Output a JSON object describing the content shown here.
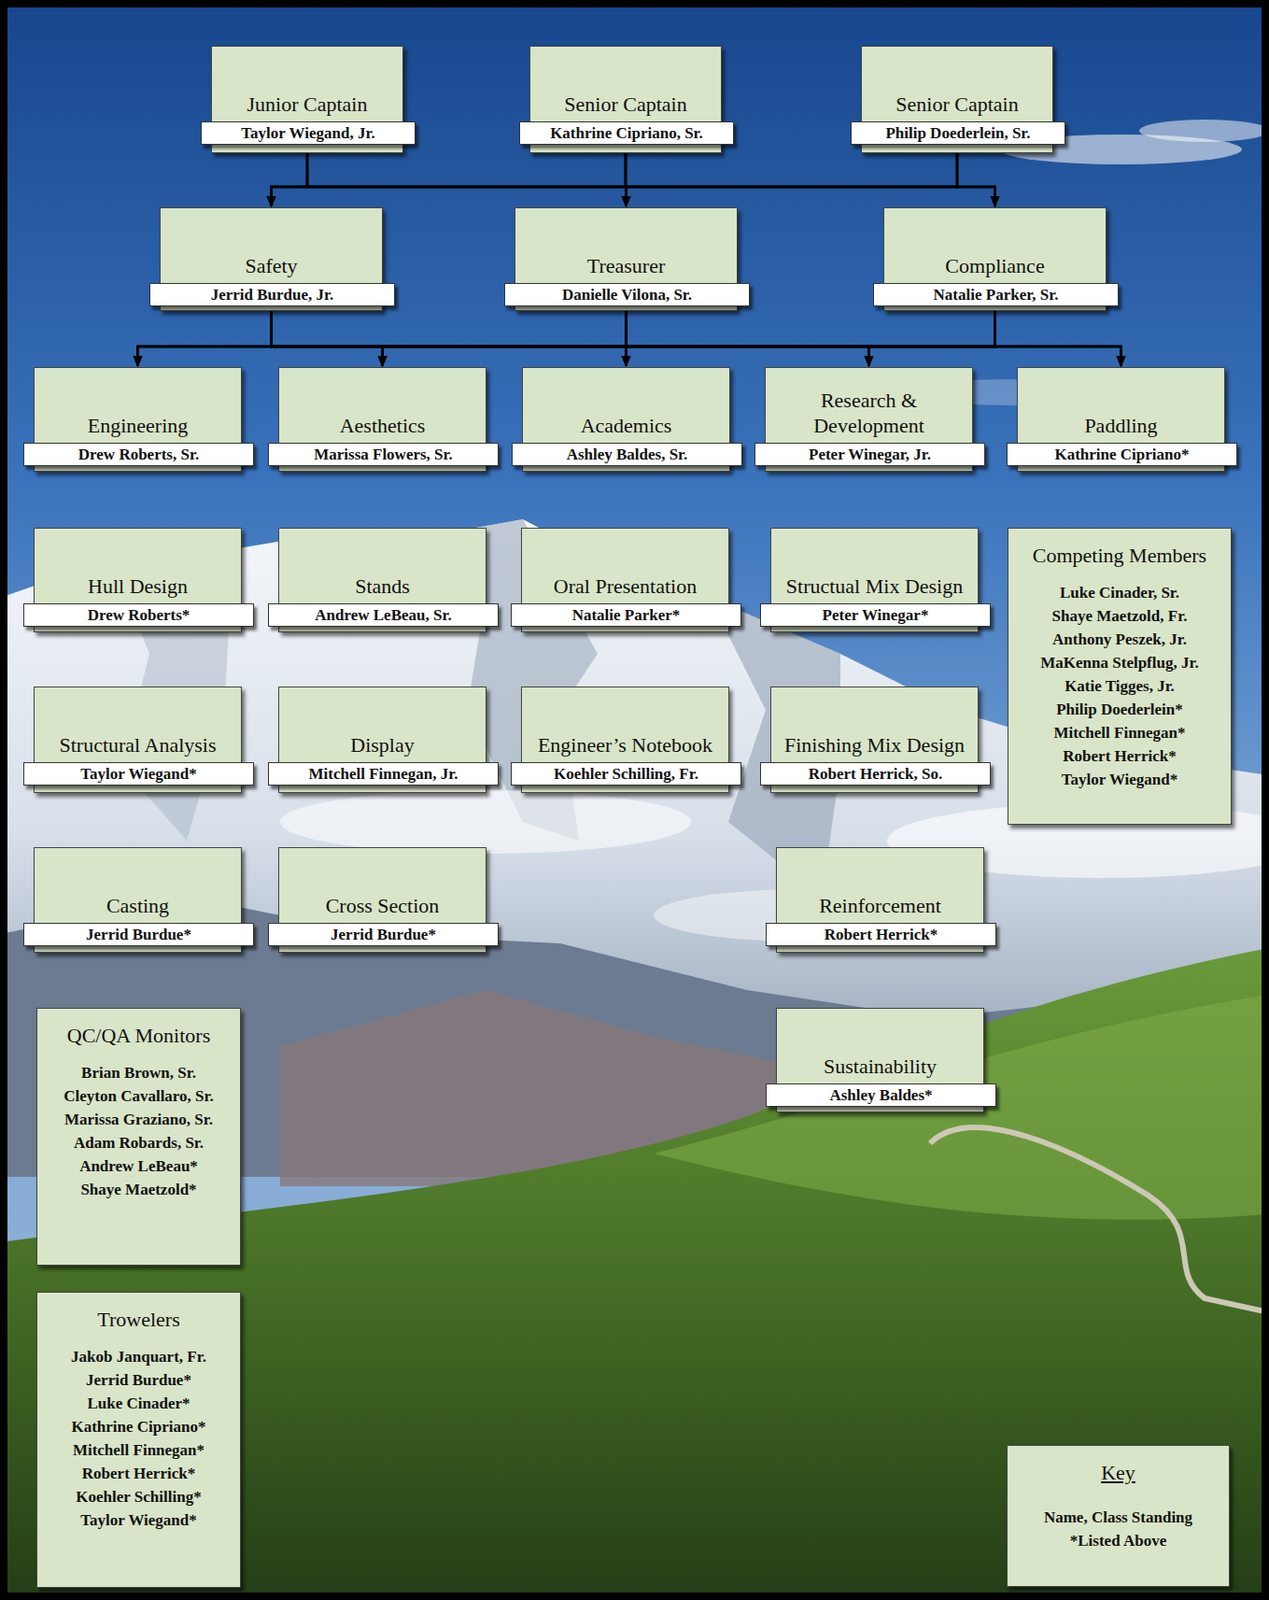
{
  "diagram": {
    "nodes": [
      {
        "text": [
          "Junior Captain",
          "Taylor Wiegand, Jr."
        ]
      },
      {
        "text": [
          "Senior Captain",
          "Kathrine Cipriano, Sr."
        ]
      },
      {
        "text": [
          "Senior Captain",
          "Philip Doederlein, Sr."
        ]
      },
      {
        "text": [
          "Safety",
          "Jerrid Burdue, Jr."
        ]
      },
      {
        "text": [
          "Treasurer",
          "Danielle Vilona, Sr."
        ]
      },
      {
        "text": [
          "Compliance",
          "Natalie Parker, Sr."
        ]
      },
      {
        "text": [
          "Engineering",
          "Drew Roberts, Sr."
        ]
      },
      {
        "text": [
          "Aesthetics",
          "Marissa Flowers, Sr."
        ]
      },
      {
        "text": [
          "Academics",
          "Ashley Baldes, Sr."
        ]
      },
      {
        "text": [
          "Research & Development",
          "Peter Winegar, Jr."
        ]
      },
      {
        "text": [
          "Paddling",
          "Kathrine Cipriano*"
        ]
      },
      {
        "text": [
          "Hull Design",
          "Drew Roberts*"
        ]
      },
      {
        "text": [
          "Stands",
          "Andrew LeBeau, Sr."
        ]
      },
      {
        "text": [
          "Oral Presentation",
          "Natalie Parker*"
        ]
      },
      {
        "text": [
          "Structual Mix Design",
          "Peter Winegar*"
        ]
      },
      {
        "text": [
          "Competing Members",
          "Luke Cinader, Sr.",
          "Shaye Maetzold, Fr.",
          "Anthony Peszek, Jr.",
          "MaKenna Stelpflug, Jr.",
          "Katie Tigges, Jr.",
          "Philip Doederlein*",
          "Mitchell Finnegan*",
          "Robert Herrick*",
          "Taylor Wiegand*"
        ]
      },
      {
        "text": [
          "Structural Analysis",
          "Taylor Wiegand*"
        ]
      },
      {
        "text": [
          "Display",
          "Mitchell Finnegan, Jr."
        ]
      },
      {
        "text": [
          "Engineer’s Notebook",
          "Koehler Schilling, Fr."
        ]
      },
      {
        "text": [
          "Finishing Mix Design",
          "Robert Herrick, So."
        ]
      },
      {
        "text": [
          "Casting",
          "Jerrid Burdue*"
        ]
      },
      {
        "text": [
          "Cross Section",
          "Jerrid Burdue*"
        ]
      },
      {
        "text": [
          "Reinforcement",
          "Robert Herrick*"
        ]
      },
      {
        "text": [
          "QC/QA Monitors",
          "Brian Brown, Sr.",
          "Cleyton Cavallaro, Sr.",
          "Marissa Graziano, Sr.",
          "Adam Robards, Sr.",
          "Andrew LeBeau*",
          "Shaye Maetzold*"
        ]
      },
      {
        "text": [
          "Sustainability",
          "Ashley Baldes*"
        ]
      },
      {
        "text": [
          "Trowelers",
          "Jakob Janquart, Fr.",
          "Jerrid Burdue*",
          "Luke Cinader*",
          "Kathrine Cipriano*",
          "Mitchell Finnegan*",
          "Robert Herrick*",
          "Koehler Schilling*",
          "Taylor Wiegand*"
        ]
      },
      {
        "text": [
          "Key",
          "Name, Class Standing",
          "*Listed Above"
        ]
      }
    ],
    "edges": [
      {
        "from": 0,
        "to": 3,
        "arrow": "to"
      },
      {
        "from": 0,
        "to": 4,
        "arrow": "to"
      },
      {
        "from": 0,
        "to": 5,
        "arrow": "to"
      },
      {
        "from": 1,
        "to": 3,
        "arrow": "to"
      },
      {
        "from": 1,
        "to": 4,
        "arrow": "to"
      },
      {
        "from": 1,
        "to": 5,
        "arrow": "to"
      },
      {
        "from": 2,
        "to": 3,
        "arrow": "to"
      },
      {
        "from": 2,
        "to": 4,
        "arrow": "to"
      },
      {
        "from": 2,
        "to": 5,
        "arrow": "to"
      },
      {
        "from": 3,
        "to": 6,
        "arrow": "to"
      },
      {
        "from": 3,
        "to": 7,
        "arrow": "to"
      },
      {
        "from": 3,
        "to": 8,
        "arrow": "to"
      },
      {
        "from": 3,
        "to": 9,
        "arrow": "to"
      },
      {
        "from": 3,
        "to": 10,
        "arrow": "to"
      },
      {
        "from": 4,
        "to": 6,
        "arrow": "to"
      },
      {
        "from": 4,
        "to": 7,
        "arrow": "to"
      },
      {
        "from": 4,
        "to": 8,
        "arrow": "to"
      },
      {
        "from": 4,
        "to": 9,
        "arrow": "to"
      },
      {
        "from": 4,
        "to": 10,
        "arrow": "to"
      },
      {
        "from": 5,
        "to": 6,
        "arrow": "to"
      },
      {
        "from": 5,
        "to": 7,
        "arrow": "to"
      },
      {
        "from": 5,
        "to": 8,
        "arrow": "to"
      },
      {
        "from": 5,
        "to": 9,
        "arrow": "to"
      },
      {
        "from": 5,
        "to": 10,
        "arrow": "to"
      }
    ]
  }
}
